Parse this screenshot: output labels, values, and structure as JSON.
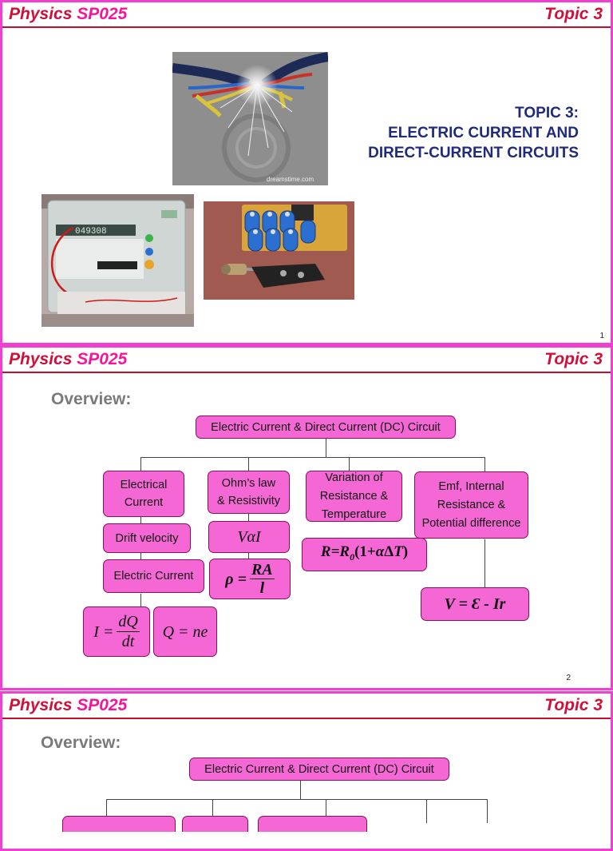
{
  "header": {
    "subject": "Physics",
    "code": "SP025",
    "topic": "Topic 3"
  },
  "slide1": {
    "title_lines": [
      "TOPIC 3:",
      "ELECTRIC CURRENT AND",
      "DIRECT-CURRENT CIRCUITS"
    ],
    "watermark": "dreamstime.com",
    "meter_reading": "049308",
    "page_number": "1"
  },
  "slide2": {
    "overview_label": "Overview:",
    "root": "Electric Current & Direct Current (DC) Circuit",
    "branches": {
      "current": [
        "Electrical",
        "Current"
      ],
      "ohm": [
        "Ohm’s law",
        "& Resistivity"
      ],
      "variation": [
        "Variation of",
        "Resistance &",
        "Temperature"
      ],
      "emf": [
        "Emf, Internal",
        "Resistance &",
        "Potential difference"
      ]
    },
    "drift": "Drift velocity",
    "electric_current": "Electric Current",
    "formula_v_alpha_i": "VαI",
    "formula_rho": {
      "lhs": "ρ =",
      "num": "RA",
      "den": "l"
    },
    "formula_r": "R=R0(1+αΔT)",
    "formula_r_parts": {
      "a": "R=R",
      "sub": "0",
      "b": "(1+",
      "alpha": "α",
      "delta": "Δ",
      "t": "T",
      "c": ")"
    },
    "formula_i": {
      "lhs": "I =",
      "num": "dQ",
      "den": "dt"
    },
    "formula_q": "Q = ne",
    "formula_v": "V = Ɛ - Ir",
    "page_number": "2"
  },
  "slide3": {
    "overview_label": "Overview:",
    "root": "Electric Current & Direct Current (DC) Circuit"
  },
  "colors": {
    "frame": "#f23fd1",
    "box_fill": "#f567d4",
    "header_red": "#d0103a",
    "header_pink": "#f5159b",
    "title_blue": "#1f2a7a"
  }
}
